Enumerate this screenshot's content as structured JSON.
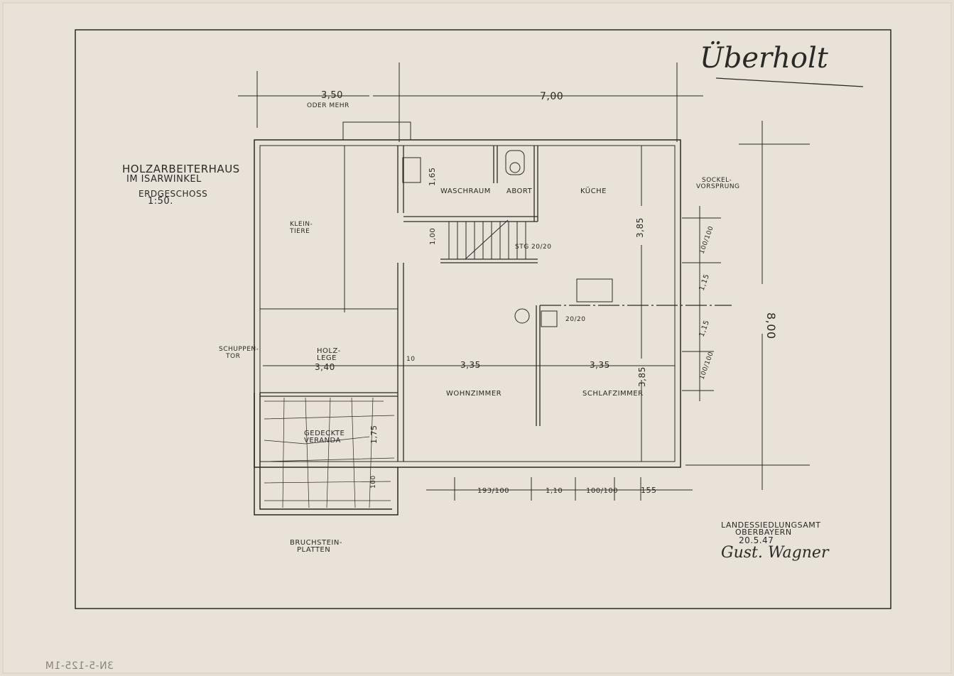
{
  "title": {
    "line1": "HOLZARBEITERHAUS",
    "line2": "IM ISARWINKEL",
    "floor": "ERDGESCHOSS",
    "scale": "1:50."
  },
  "annotation_top_right": "Überholt",
  "rooms": {
    "waschraum": "WASCHRAUM",
    "abort": "ABORT",
    "kueche": "KÜCHE",
    "kleintiere_1": "KLEIN-",
    "kleintiere_2": "TIERE",
    "holzlege_1": "HOLZ-",
    "holzlege_2": "LEGE",
    "wohnzimmer": "WOHNZIMMER",
    "schlafzimmer": "SCHLAFZIMMER",
    "veranda_1": "GEDECKTE",
    "veranda_2": "VERANDA",
    "bruchstein_1": "BRUCHSTEIN-",
    "bruchstein_2": "PLATTEN",
    "schuppentor_1": "SCHUPPEN-",
    "schuppentor_2": "TOR",
    "sockel_1": "SOCKEL-",
    "sockel_2": "VORSPRUNG",
    "stair": "STG 20/20",
    "chimney": "20/20"
  },
  "dimensions": {
    "top_left": "3,50",
    "top_left_note": "ODER MEHR",
    "top_right": "7,00",
    "right_total": "8,00",
    "d165": "1,65",
    "d100": "1,00",
    "d385a": "3,85",
    "d385b": "3,85",
    "d175": "1,75",
    "d340": "3,40",
    "d335a": "3,35",
    "d335b": "3,35",
    "d10": "10",
    "r_100a": "100/100",
    "r_115a": "1,15",
    "r_115b": "1,15",
    "r_100b": "100/100",
    "b_193": "193/100",
    "b_110": "1,10",
    "b_100": "100/100",
    "b_155": "155",
    "v_100": "100"
  },
  "stamp": {
    "line1": "LANDESSIEDLUNGSAMT",
    "line2": "OBERBAYERN",
    "date": "20.5.47",
    "signature": "Gust. Wagner"
  },
  "archive_number": "3N-5-125-1M"
}
